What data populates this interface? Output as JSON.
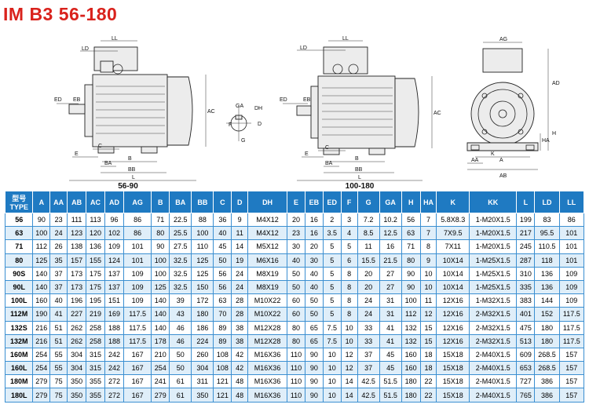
{
  "title": "IM B3  56-180",
  "drawings": {
    "caption_small": "56-90",
    "caption_large": "100-180",
    "labels": {
      "LD": "LD",
      "LL": "LL",
      "ED": "ED",
      "EB": "EB",
      "AC": "AC",
      "E": "E",
      "C": "C",
      "B": "B",
      "BA": "BA",
      "BB": "BB",
      "L": "L",
      "GA": "GA",
      "DH": "DH",
      "F": "F",
      "G": "G",
      "D": "D",
      "AG": "AG",
      "AD": "AD",
      "HA": "HA",
      "H": "H",
      "K": "K",
      "AA": "AA",
      "A": "A",
      "AB": "AB"
    }
  },
  "table": {
    "header_type_line1": "型号",
    "header_type_line2": "TYPE",
    "columns": [
      "A",
      "AA",
      "AB",
      "AC",
      "AD",
      "AG",
      "B",
      "BA",
      "BB",
      "C",
      "D",
      "DH",
      "E",
      "EB",
      "ED",
      "F",
      "G",
      "GA",
      "H",
      "HA",
      "K",
      "KK",
      "L",
      "LD",
      "LL"
    ],
    "rows": [
      [
        "56",
        "90",
        "23",
        "111",
        "113",
        "96",
        "86",
        "71",
        "22.5",
        "88",
        "36",
        "9",
        "M4X12",
        "20",
        "16",
        "2",
        "3",
        "7.2",
        "10.2",
        "56",
        "7",
        "5.8X8.3",
        "1-M20X1.5",
        "199",
        "83",
        "86"
      ],
      [
        "63",
        "100",
        "24",
        "123",
        "120",
        "102",
        "86",
        "80",
        "25.5",
        "100",
        "40",
        "11",
        "M4X12",
        "23",
        "16",
        "3.5",
        "4",
        "8.5",
        "12.5",
        "63",
        "7",
        "7X9.5",
        "1-M20X1.5",
        "217",
        "95.5",
        "101"
      ],
      [
        "71",
        "112",
        "26",
        "138",
        "136",
        "109",
        "101",
        "90",
        "27.5",
        "110",
        "45",
        "14",
        "M5X12",
        "30",
        "20",
        "5",
        "5",
        "11",
        "16",
        "71",
        "8",
        "7X11",
        "1-M20X1.5",
        "245",
        "110.5",
        "101"
      ],
      [
        "80",
        "125",
        "35",
        "157",
        "155",
        "124",
        "101",
        "100",
        "32.5",
        "125",
        "50",
        "19",
        "M6X16",
        "40",
        "30",
        "5",
        "6",
        "15.5",
        "21.5",
        "80",
        "9",
        "10X14",
        "1-M25X1.5",
        "287",
        "118",
        "101"
      ],
      [
        "90S",
        "140",
        "37",
        "173",
        "175",
        "137",
        "109",
        "100",
        "32.5",
        "125",
        "56",
        "24",
        "M8X19",
        "50",
        "40",
        "5",
        "8",
        "20",
        "27",
        "90",
        "10",
        "10X14",
        "1-M25X1.5",
        "310",
        "136",
        "109"
      ],
      [
        "90L",
        "140",
        "37",
        "173",
        "175",
        "137",
        "109",
        "125",
        "32.5",
        "150",
        "56",
        "24",
        "M8X19",
        "50",
        "40",
        "5",
        "8",
        "20",
        "27",
        "90",
        "10",
        "10X14",
        "1-M25X1.5",
        "335",
        "136",
        "109"
      ],
      [
        "100L",
        "160",
        "40",
        "196",
        "195",
        "151",
        "109",
        "140",
        "39",
        "172",
        "63",
        "28",
        "M10X22",
        "60",
        "50",
        "5",
        "8",
        "24",
        "31",
        "100",
        "11",
        "12X16",
        "1-M32X1.5",
        "383",
        "144",
        "109"
      ],
      [
        "112M",
        "190",
        "41",
        "227",
        "219",
        "169",
        "117.5",
        "140",
        "43",
        "180",
        "70",
        "28",
        "M10X22",
        "60",
        "50",
        "5",
        "8",
        "24",
        "31",
        "112",
        "12",
        "12X16",
        "2-M32X1.5",
        "401",
        "152",
        "117.5"
      ],
      [
        "132S",
        "216",
        "51",
        "262",
        "258",
        "188",
        "117.5",
        "140",
        "46",
        "186",
        "89",
        "38",
        "M12X28",
        "80",
        "65",
        "7.5",
        "10",
        "33",
        "41",
        "132",
        "15",
        "12X16",
        "2-M32X1.5",
        "475",
        "180",
        "117.5"
      ],
      [
        "132M",
        "216",
        "51",
        "262",
        "258",
        "188",
        "117.5",
        "178",
        "46",
        "224",
        "89",
        "38",
        "M12X28",
        "80",
        "65",
        "7.5",
        "10",
        "33",
        "41",
        "132",
        "15",
        "12X16",
        "2-M32X1.5",
        "513",
        "180",
        "117.5"
      ],
      [
        "160M",
        "254",
        "55",
        "304",
        "315",
        "242",
        "167",
        "210",
        "50",
        "260",
        "108",
        "42",
        "M16X36",
        "110",
        "90",
        "10",
        "12",
        "37",
        "45",
        "160",
        "18",
        "15X18",
        "2-M40X1.5",
        "609",
        "268.5",
        "157"
      ],
      [
        "160L",
        "254",
        "55",
        "304",
        "315",
        "242",
        "167",
        "254",
        "50",
        "304",
        "108",
        "42",
        "M16X36",
        "110",
        "90",
        "10",
        "12",
        "37",
        "45",
        "160",
        "18",
        "15X18",
        "2-M40X1.5",
        "653",
        "268.5",
        "157"
      ],
      [
        "180M",
        "279",
        "75",
        "350",
        "355",
        "272",
        "167",
        "241",
        "61",
        "311",
        "121",
        "48",
        "M16X36",
        "110",
        "90",
        "10",
        "14",
        "42.5",
        "51.5",
        "180",
        "22",
        "15X18",
        "2-M40X1.5",
        "727",
        "386",
        "157"
      ],
      [
        "180L",
        "279",
        "75",
        "350",
        "355",
        "272",
        "167",
        "279",
        "61",
        "350",
        "121",
        "48",
        "M16X36",
        "110",
        "90",
        "10",
        "14",
        "42.5",
        "51.5",
        "180",
        "22",
        "15X18",
        "2-M40X1.5",
        "765",
        "386",
        "157"
      ]
    ]
  }
}
